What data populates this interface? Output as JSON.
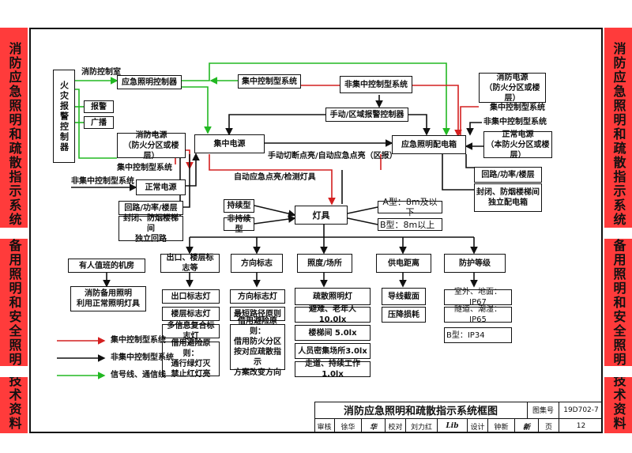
{
  "side_tabs": {
    "right_1": "消防应急照明和疏散指示系统",
    "right_2": "备用照明和安全照明",
    "right_3": "技术资料",
    "left_1": "消防应急照明和疏散指示系统",
    "left_2": "备用照明和安全照明",
    "left_3": "技术资料"
  },
  "diagram": {
    "fire_alarm_controller": "火灾报警控制器",
    "fire_control_room": "消防控制室",
    "emergency_lighting_controller": "应急照明控制器",
    "central_system_top": "集中控制型系统",
    "non_central_system_top": "非集中控制型系统",
    "alarm": "报警",
    "broadcast": "广播",
    "manual_zone_controller": "手动/区域报警控制器",
    "fire_power_left": "消防电源\n（防火分区或楼层）",
    "central_power": "集中电源",
    "emergency_dist_box": "应急照明配电箱",
    "manual_switch_label": "手动切断点亮/自动应急点亮（区报）",
    "auto_emergency_label": "自动应急点亮/检测灯具",
    "central_system_left": "集中控制型系统",
    "non_central_system_left": "非集中控制型系统",
    "normal_power_left": "正常电源",
    "circuit_left": "回路/功率/楼层",
    "closed_stairs_left": "封闭、防烟楼梯间\n独立回路",
    "fire_power_right": "消防电源\n（防火分区或楼层）",
    "central_system_right": "集中控制型系统",
    "non_central_system_right": "非集中控制型系统",
    "normal_power_right": "正常电源\n（本防火分区或楼层）",
    "circuit_right": "回路/功率/楼层",
    "closed_stairs_right": "封闭、防烟楼梯间\n独立配电箱",
    "continuous": "持续型",
    "non_continuous": "非持续型",
    "luminaire": "灯具",
    "type_a": "A型：8m及以下",
    "type_b": "B型：8m以上",
    "manned_room": "有人值班的机房",
    "backup_lighting": "消防备用照明\n利用正常照明灯具",
    "cat_exit": "出口、楼层标志等",
    "cat_direction": "方向标志",
    "cat_illuminance": "照度/场所",
    "cat_supply": "供电距离",
    "cat_protection": "防护等级",
    "exit_sign": "出口标志灯",
    "floor_sign": "楼层标志灯",
    "multi_info_sign": "多信息复合标志灯",
    "borrow_exit_rule": "借用避险原则：\n通行绿灯灭\n禁止红灯亮",
    "direction_sign": "方向标志灯",
    "shortest_path": "最短路径原则",
    "borrow_zone_rule": "借用避险原则：\n借用防火分区\n按对应疏散指示\n方案改变方向",
    "evac_lighting": "疏散照明灯",
    "refuge_elderly": "避难、老年人10.0lx",
    "stairs_lux": "楼梯间  5.0lx",
    "crowded_lux": "人员密集场所3.0lx",
    "corridor_lux": "走道、持续工作1.0lx",
    "wire_section": "导线截面",
    "voltage_drop": "压降损耗",
    "outdoor_ip": "室外、地面：IP67",
    "tunnel_ip": "隧道、潮湿：IP65",
    "b_type_ip": "B型：IP34"
  },
  "legend": {
    "central": "集中控制型系统",
    "non_central": "非集中控制型系统",
    "signal": "信号线、通信线",
    "colors": {
      "central": "#d42020",
      "non_central": "#111111",
      "signal": "#22b822"
    }
  },
  "title_block": {
    "title": "消防应急照明和疏散指示系统框图",
    "atlas_no_label": "图集号",
    "atlas_no": "19D702-7",
    "review_label": "审核",
    "reviewer": "徐华",
    "check_label": "校对",
    "checker": "刘力红",
    "design_label": "设计",
    "designer": "钟新",
    "page_label": "页",
    "page": "12"
  }
}
